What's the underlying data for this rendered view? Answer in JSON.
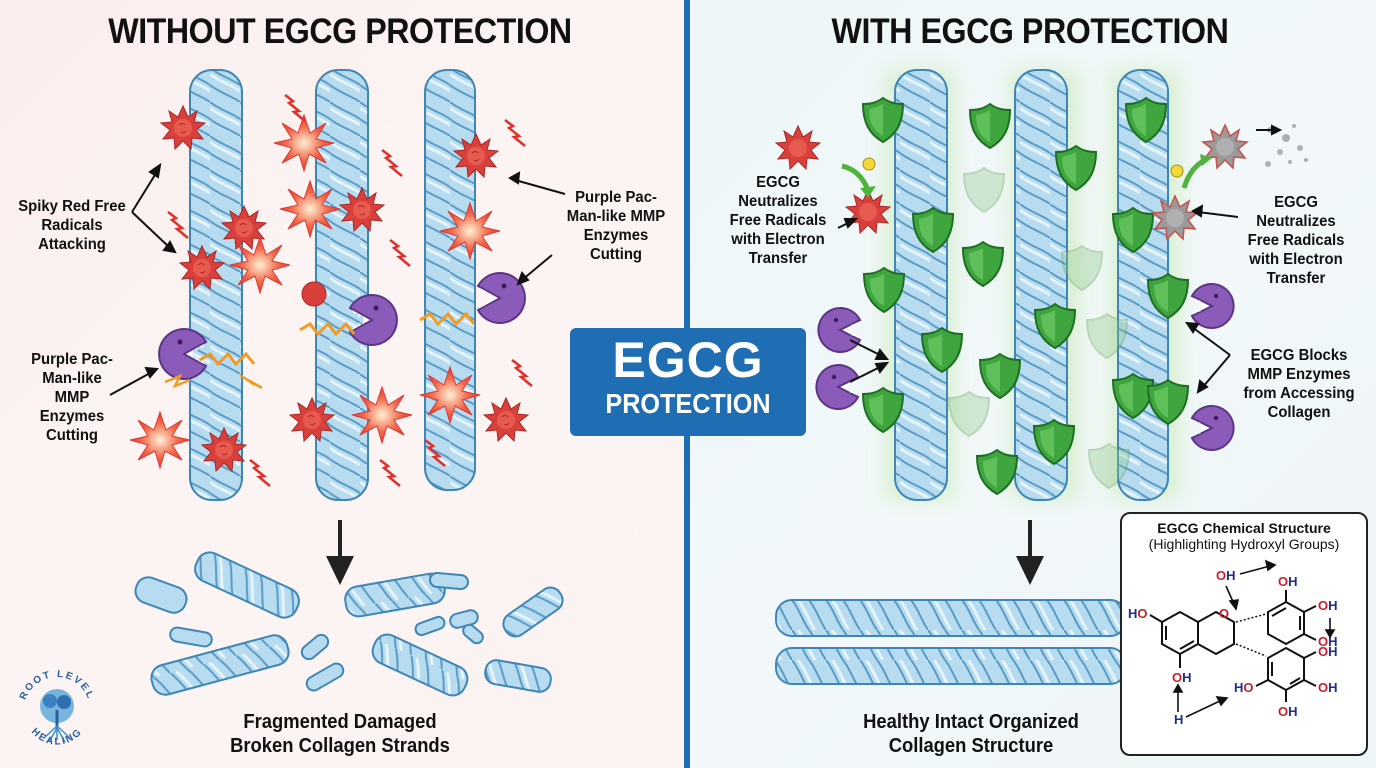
{
  "left_panel": {
    "title": "WITHOUT EGCG PROTECTION",
    "labels": {
      "free_radicals": "Spiky Red Free Radicals Attacking",
      "mmp_upper": "Purple Pac-Man-like MMP Enzymes Cutting",
      "mmp_lower": "Purple Pac-Man-like MMP Enzymes Cutting"
    },
    "caption_line1": "Fragmented Damaged",
    "caption_line2": "Broken Collagen Strands",
    "background_color": "#fbf1ef"
  },
  "center_badge": {
    "line1": "EGCG",
    "line2": "PROTECTION",
    "color": "#1f6db3"
  },
  "right_panel": {
    "title": "WITH EGCG PROTECTION",
    "labels": {
      "neutralize_left": "EGCG Neutralizes Free Radicals with Electron Transfer",
      "neutralize_right": "EGCG Neutralizes Free Radicals with Electron Transfer",
      "blocks": "EGCG Blocks MMP Enzymes from Accessing Collagen"
    },
    "caption_line1": "Healthy Intact Organized",
    "caption_line2": "Collagen Structure",
    "background_color": "#f0f7f9"
  },
  "chem_box": {
    "title": "EGCG Chemical Structure",
    "subtitle": "(Highlighting Hydroxyl Groups)",
    "groups": [
      "OH",
      "OH",
      "OH",
      "OH",
      "HO",
      "OH",
      "OH",
      "OH",
      "HO",
      "OH",
      "H"
    ]
  },
  "logo": {
    "top_text": "ROOT LEVEL",
    "bottom_text": "HEALING"
  },
  "colors": {
    "collagen": "#a9d3ec",
    "collagen_outline": "#3f86b5",
    "radical": "#d83b3b",
    "enzyme": "#8a5bb8",
    "shield": "#3fa53f",
    "divider": "#1f6db3"
  }
}
